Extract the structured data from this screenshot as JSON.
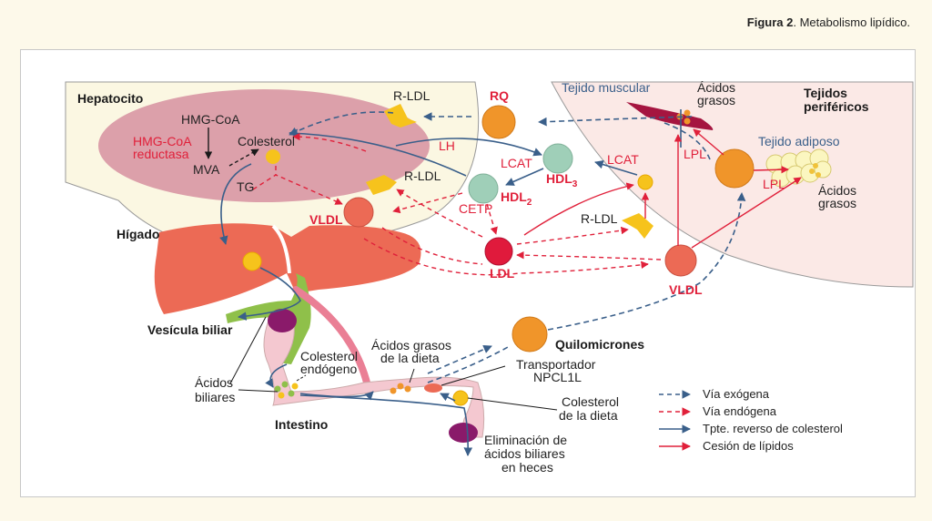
{
  "caption": {
    "figure_label": "Figura 2",
    "figure_title": ". Metabolismo lipídico."
  },
  "regions": {
    "hepatocito": "Hepatocito",
    "higado": "Hígado",
    "vesicula": "Vesícula biliar",
    "intestino": "Intestino",
    "tejidos_perifericos_1": "Tejidos",
    "tejidos_perifericos_2": "periféricos",
    "tejido_muscular": "Tejido muscular",
    "tejido_adiposo": "Tejido adiposo"
  },
  "labels": {
    "hmg_coa": "HMG-CoA",
    "hmg_coa_reductasa_1": "HMG-CoA",
    "hmg_coa_reductasa_2": "reductasa",
    "colesterol": "Colesterol",
    "mva": "MVA",
    "tg": "TG",
    "r_ldl_top": "R-LDL",
    "r_ldl_mid": "R-LDL",
    "r_ldl_right": "R-LDL",
    "vldl_liver": "VLDL",
    "vldl_periph": "VLDL",
    "rq": "RQ",
    "lh": "LH",
    "lcat_1": "LCAT",
    "lcat_2": "LCAT",
    "hdl3": "HDL",
    "hdl3_sub": "3",
    "hdl2": "HDL",
    "hdl2_sub": "2",
    "cetp": "CETP",
    "ldl": "LDL",
    "lpl_1": "LPL",
    "lpl_2": "LPL",
    "acidos_grasos_musc_1": "Ácidos",
    "acidos_grasos_musc_2": "grasos",
    "acidos_grasos_adip_1": "Ácidos",
    "acidos_grasos_adip_2": "grasos",
    "quilomicrones": "Quilomicrones",
    "transportador_1": "Transportador",
    "transportador_2": "NPCL1L",
    "colesterol_dieta_1": "Colesterol",
    "colesterol_dieta_2": "de la dieta",
    "acidos_grasos_dieta_1": "Ácidos grasos",
    "acidos_grasos_dieta_2": "de la dieta",
    "colesterol_endogeno_1": "Colesterol",
    "colesterol_endogeno_2": "endógeno",
    "acidos_biliares_1": "Ácidos",
    "acidos_biliares_2": "biliares",
    "eliminacion_1": "Eliminación de",
    "eliminacion_2": "ácidos biliares",
    "eliminacion_3": "en heces"
  },
  "legend": [
    {
      "label": "Vía exógena",
      "style": "dashed",
      "color": "#3a5f8a"
    },
    {
      "label": "Vía endógena",
      "style": "dashed",
      "color": "#e0203a"
    },
    {
      "label": "Tpte. reverso de colesterol",
      "style": "solid",
      "color": "#3a5f8a"
    },
    {
      "label": "Cesión de lípidos",
      "style": "solid",
      "color": "#e0203a"
    }
  ],
  "colors": {
    "exogenous": "#3a5f8a",
    "endogenous": "#e0203a",
    "liver": "#ec6a55",
    "hepatocyte_nucleus": "#dca0aa",
    "hdl": "#9fcfb8",
    "ldl": "#e01a3c",
    "chylomicron": "#f0952a",
    "receptor": "#f6c31c",
    "muscle": "#a51540",
    "gallbladder": "#8fc04a",
    "intestine": "#f4c8d0"
  }
}
